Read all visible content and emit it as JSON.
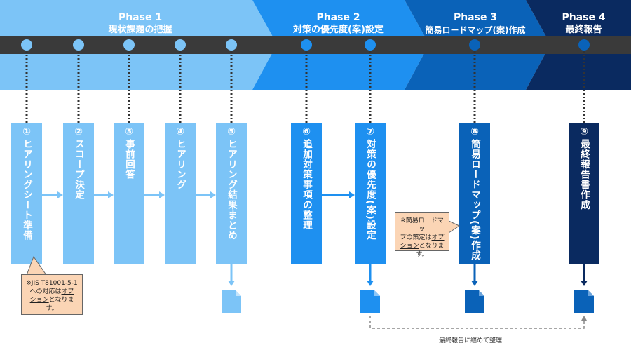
{
  "phases": [
    {
      "label": "Phase 1",
      "sub": "現状課題の把握"
    },
    {
      "label": "Phase 2",
      "sub": "対策の優先度(案)設定"
    },
    {
      "label": "Phase 3",
      "sub": "簡易ロードマップ(案)作成"
    },
    {
      "label": "Phase 4",
      "sub": "最終報告"
    }
  ],
  "steps": [
    {
      "num": "①",
      "label": "ヒアリングシート準備"
    },
    {
      "num": "②",
      "label": "スコープ決定"
    },
    {
      "num": "③",
      "label": "事前回答"
    },
    {
      "num": "④",
      "label": "ヒアリング"
    },
    {
      "num": "⑤",
      "label": "ヒアリング結果まとめ"
    },
    {
      "num": "⑥",
      "label": "追加対策事項の整理"
    },
    {
      "num": "⑦",
      "label": "対策の優先度(案)設定"
    },
    {
      "num": "⑧",
      "label": "簡易ロードマップ(案)作成"
    },
    {
      "num": "⑨",
      "label": "最終報告書作成"
    }
  ],
  "notes": {
    "jis_line1": "※JIS T81001-5-1",
    "jis_line2_pre": "への対応は",
    "jis_line2_u": "オプ",
    "jis_line3_u": "ション",
    "jis_line3_post": "となります。",
    "roadmap_line1": "※簡易ロードマッ",
    "roadmap_line2_pre": "プの策定は",
    "roadmap_line2_u": "オプ",
    "roadmap_line3_u": "ション",
    "roadmap_line3_post": "となります。"
  },
  "caption": "最終報告に纏めて整理",
  "colors": {
    "phase1": "#7cc4f7",
    "phase2": "#1e90f0",
    "phase3": "#0a62b8",
    "phase4": "#0a2a60",
    "timeline": "#3a3a3a",
    "note_bg": "#fbd5b5"
  }
}
